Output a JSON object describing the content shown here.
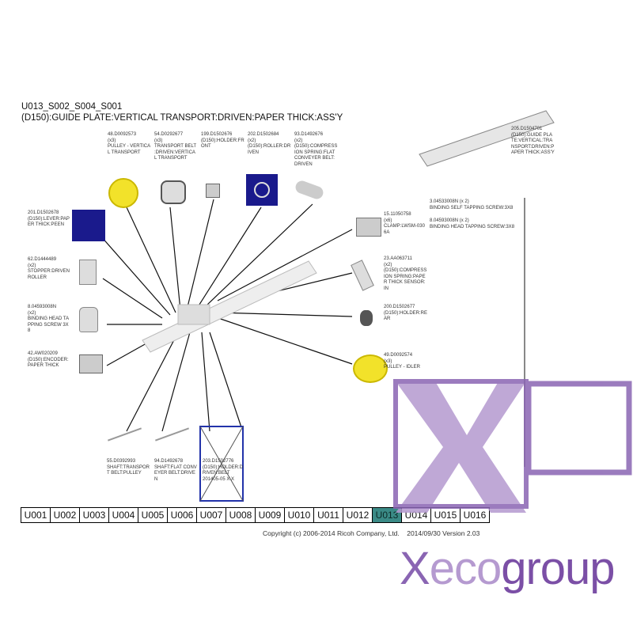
{
  "header": {
    "code": "U013_S002_S004_S001",
    "title": "(D150):GUIDE PLATE:VERTICAL TRANSPORT:DRIVEN:PAPER THICK:ASS'Y"
  },
  "parts": [
    {
      "id": "48",
      "label": "48.D0092573\n(x3)\nPULLEY - VERTICA\nL TRANSPORT"
    },
    {
      "id": "54",
      "label": "54.D0292677\n(x3)\nTRANSPORT BELT\n:DRIVEN:VERTICA\nL TRANSPORT"
    },
    {
      "id": "199",
      "label": "199.D1502676\n(D150):HOLDER:FR\nONT"
    },
    {
      "id": "202",
      "label": "202.D1502684\n(x2)\n(D150):ROLLER:DR\nIVEN"
    },
    {
      "id": "93",
      "label": "93.D1492676\n(x2)\n(D150):COMPRESS\nION SPRING:FLAT\nCONVEYER BELT:\nDRIVEN"
    },
    {
      "id": "205",
      "label": "205.D1504701\n(D150):GUIDE PLA\nTE:VERTICAL:TRA\nNSPORT:DRIVEN:P\nAPER THICK:ASS'Y"
    },
    {
      "id": "3",
      "label": "3.04533008N (x 2)\nBINDING SELF TAPPING SCREW:3X8"
    },
    {
      "id": "8b",
      "label": "8.04593008N (x 2)\nBINDING HEAD TAPPING SCREW:3X8"
    },
    {
      "id": "201",
      "label": "201.D1502678\n(D150):LEVER:PAP\nER THICK:PEEN"
    },
    {
      "id": "62",
      "label": "62.D1444489\n(x2)\nSTOPPER:DRIVEN\nROLLER"
    },
    {
      "id": "8",
      "label": "8.04593008N\n(x2)\nBINDING HEAD TA\nPPING SCREW 3X\n8"
    },
    {
      "id": "42",
      "label": "42.AW020209\n(D150):ENCODER:\nPAPER THICK"
    },
    {
      "id": "15",
      "label": "15.11050758\n(x6)\nCLAMP:LWSM-030\n6A"
    },
    {
      "id": "23",
      "label": "23.AA063711\n(x2)\n(D150):COMPRESS\nION SPRING:PAPE\nR THICK SENSOR:\nIN"
    },
    {
      "id": "200",
      "label": "200.D1502677\n(D150):HOLDER:RE\nAR"
    },
    {
      "id": "49",
      "label": "49.D0092574\n(x3)\nPULLEY - IDLER"
    },
    {
      "id": "55",
      "label": "55.D0392993\nSHAFT:TRANSPOR\nT BELT:PULLEY"
    },
    {
      "id": "94",
      "label": "94.D1492678\nSHAFT:FLAT CONV\nEYER BELT:DRIVE\nN"
    },
    {
      "id": "203",
      "label": "203.D1502776\n(D150):HOLDER:D\nRIVEN:BELT\n201405-05 X X"
    }
  ],
  "tabs": [
    "U001",
    "U002",
    "U003",
    "U004",
    "U005",
    "U006",
    "U007",
    "U008",
    "U009",
    "U010",
    "U011",
    "U012",
    "U013",
    "U014",
    "U015",
    "U016"
  ],
  "selected_tab": "U013",
  "footer": {
    "copyright": "Copyright (c) 2006-2014 Ricoh Company, Ltd.",
    "version": "2014/09/30 Version 2.03"
  },
  "watermark": {
    "x": "X",
    "eco": "eco",
    "group": "group"
  },
  "colors": {
    "tab_selected": "#3a8a86",
    "watermark_purple": "#7b4fa6",
    "watermark_light": "#b59ad0",
    "highlight_blue": "#1a1a8c",
    "pulley_yellow": "#f2e22a"
  }
}
